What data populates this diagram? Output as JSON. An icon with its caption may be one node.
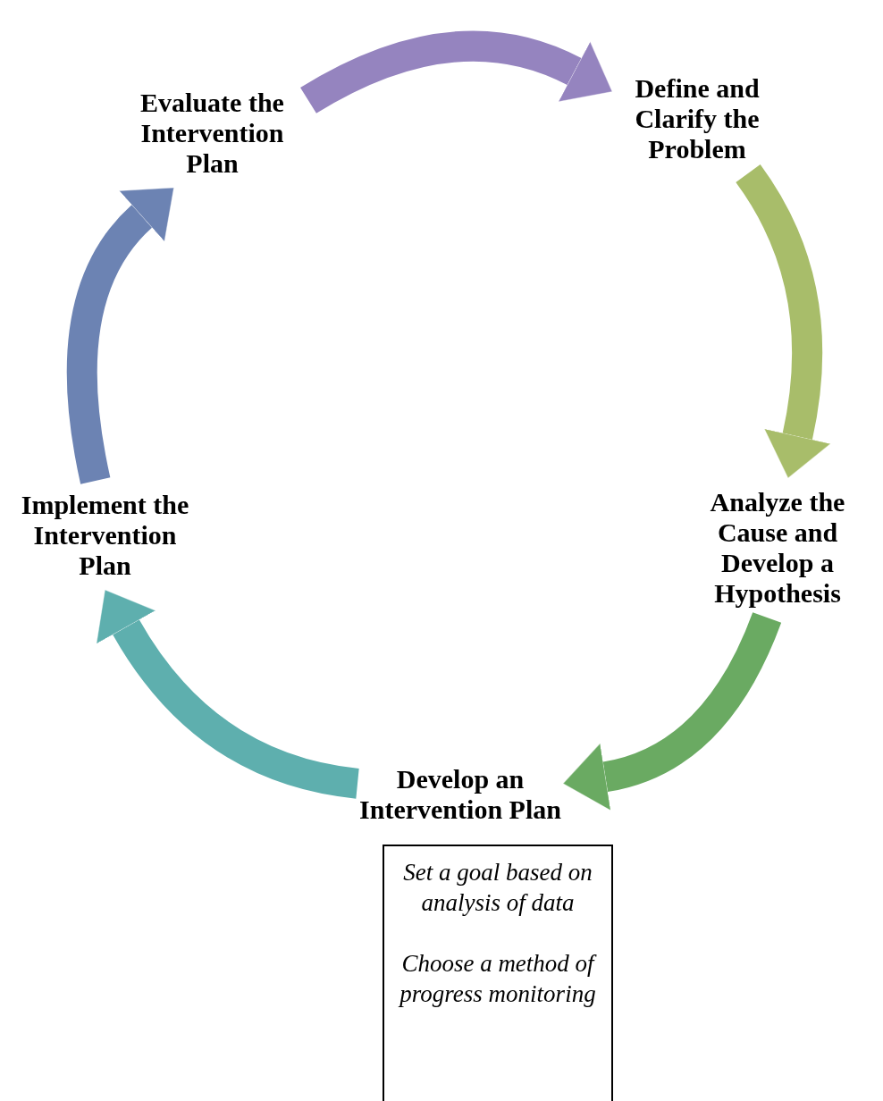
{
  "diagram": {
    "nodes": [
      {
        "text": [
          "Define and Clarify the Problem"
        ]
      },
      {
        "text": [
          "Analyze the Cause and Develop a Hypothesis"
        ]
      },
      {
        "text": [
          "Develop an Intervention Plan"
        ]
      },
      {
        "text": [
          "Implement the Intervention Plan"
        ]
      },
      {
        "text": [
          "Evaluate the Intervention Plan"
        ]
      },
      {
        "text": [
          "Set a goal based on analysis of data",
          "Choose a method of progress monitoring"
        ]
      }
    ],
    "edges": [
      {
        "from": 4,
        "to": 0,
        "arrow": "to",
        "color": "#9584bf"
      },
      {
        "from": 0,
        "to": 1,
        "arrow": "to",
        "color": "#a8bd6a"
      },
      {
        "from": 1,
        "to": 2,
        "arrow": "to",
        "color": "#6aaa62"
      },
      {
        "from": 2,
        "to": 3,
        "arrow": "to",
        "color": "#5eafae"
      },
      {
        "from": 3,
        "to": 4,
        "arrow": "to",
        "color": "#6c83b3"
      }
    ]
  }
}
